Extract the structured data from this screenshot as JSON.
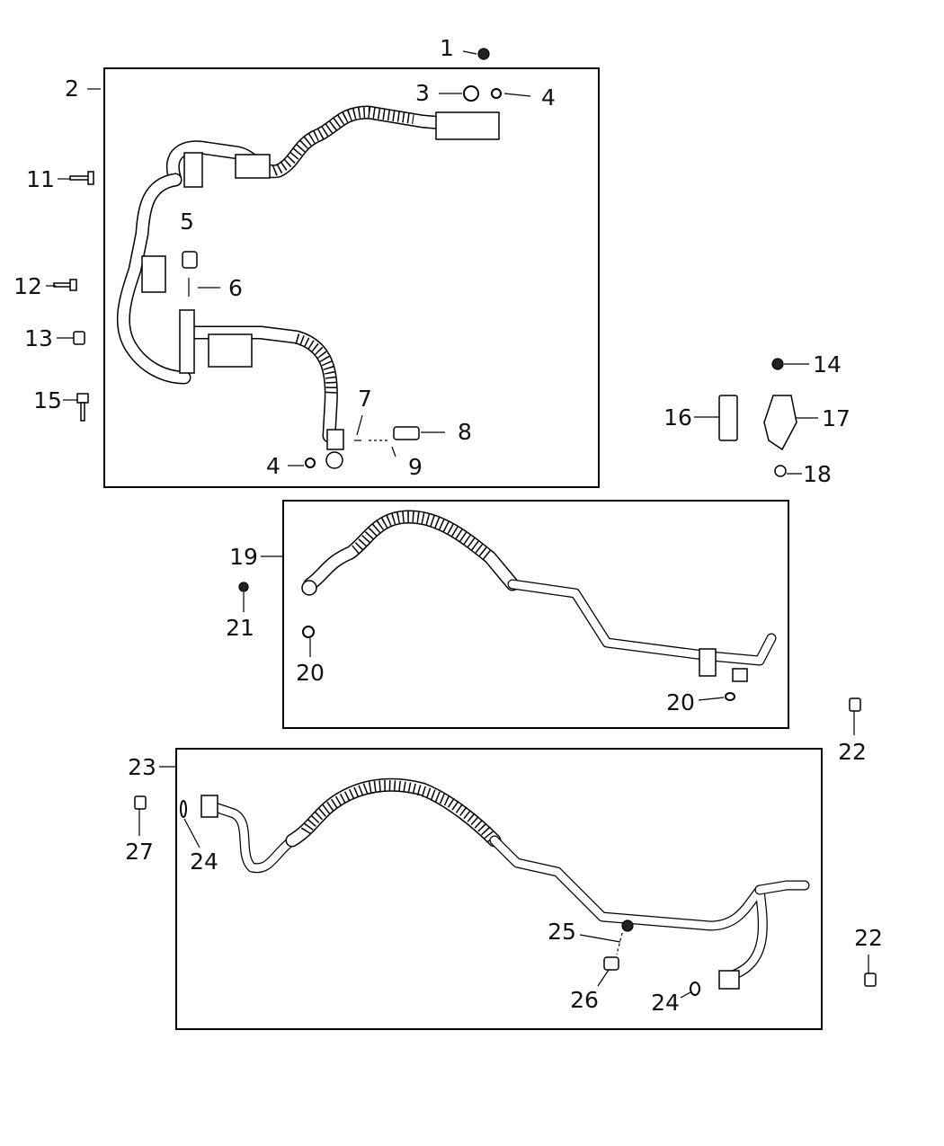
{
  "callouts": {
    "c1": "1",
    "c2": "2",
    "c3": "3",
    "c4a": "4",
    "c4b": "4",
    "c5": "5",
    "c6": "6",
    "c7": "7",
    "c8": "8",
    "c9": "9",
    "c11": "11",
    "c12": "12",
    "c13": "13",
    "c14": "14",
    "c15": "15",
    "c16": "16",
    "c17": "17",
    "c18": "18",
    "c19": "19",
    "c20a": "20",
    "c20b": "20",
    "c21": "21",
    "c22a": "22",
    "c22b": "22",
    "c23": "23",
    "c24a": "24",
    "c24b": "24",
    "c25": "25",
    "c26": "26",
    "c27": "27"
  },
  "colors": {
    "line": "#000000",
    "background": "#ffffff"
  }
}
